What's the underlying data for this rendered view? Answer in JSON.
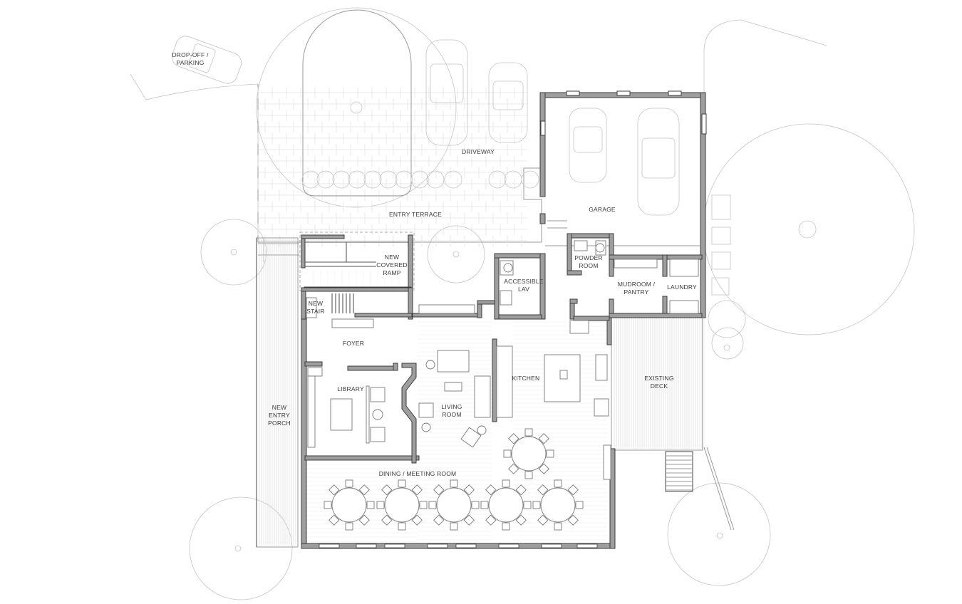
{
  "rooms": {
    "dropoff_line1": "DROP-OFF /",
    "dropoff_line2": "PARKING",
    "driveway": "DRIVEWAY",
    "garage": "GARAGE",
    "entry_terrace": "ENTRY TERRACE",
    "ramp_line1": "NEW",
    "ramp_line2": "COVERED",
    "ramp_line3": "RAMP",
    "lav_line1": "ACCESSIBLE",
    "lav_line2": "LAV",
    "powder_line1": "POWDER",
    "powder_line2": "ROOM",
    "mudroom_line1": "MUDROOM /",
    "mudroom_line2": "PANTRY",
    "laundry": "LAUNDRY",
    "stair_line1": "NEW",
    "stair_line2": "STAIR",
    "foyer": "FOYER",
    "kitchen": "KITCHEN",
    "deck_line1": "EXISTING",
    "deck_line2": "DECK",
    "library": "LIBRARY",
    "living_line1": "LIVING",
    "living_line2": "ROOM",
    "porch_line1": "NEW",
    "porch_line2": "ENTRY",
    "porch_line3": "PORCH",
    "dining": "DINING / MEETING ROOM"
  }
}
